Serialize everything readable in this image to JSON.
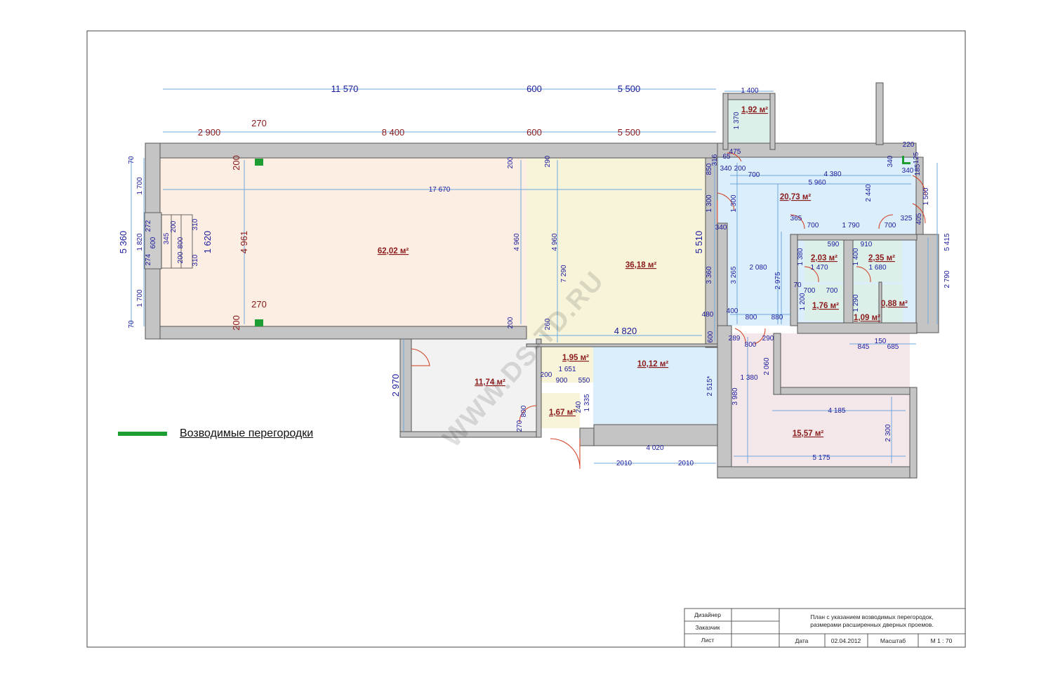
{
  "legend": {
    "label": "Возводимые перегородки",
    "color": "#1e9e32"
  },
  "watermark": "WWW.DS-TD.RU",
  "rooms": [
    {
      "area": "62,02 м²",
      "fill": "#fdeee3"
    },
    {
      "area": "36,18 м²",
      "fill": "#f7f4da"
    },
    {
      "area": "20,73 м²",
      "fill": "#dbeefb"
    },
    {
      "area": "1,92 м²",
      "fill": "#dcefe9"
    },
    {
      "area": "11,74 м²",
      "fill": "#f2f2f2"
    },
    {
      "area": "1,95 м²",
      "fill": "#f7f4da"
    },
    {
      "area": "10,12 м²",
      "fill": "#dbeefb"
    },
    {
      "area": "1,67 м²",
      "fill": "#f7f4da"
    },
    {
      "area": "15,57 м²",
      "fill": "#f3e7ea"
    },
    {
      "area": "2,03 м²",
      "fill": "#dcefe9"
    },
    {
      "area": "1,76 м²",
      "fill": "#dcefe9"
    },
    {
      "area": "2,35 м²",
      "fill": "#dcefe9"
    },
    {
      "area": "1,09 м²",
      "fill": "#dcefe9"
    },
    {
      "area": "0,88 м²",
      "fill": "#dcefe9"
    }
  ],
  "dimensions": {
    "top_outer": [
      "11 570",
      "600",
      "5 500"
    ],
    "top_inner": [
      "2 900",
      "270",
      "8 400",
      "600",
      "5 500"
    ],
    "left": [
      "70",
      "1 700",
      "1 820",
      "1 700",
      "70",
      "5 360",
      "1 620",
      "4 961"
    ],
    "small_details": [
      "272",
      "274",
      "600",
      "345",
      "800",
      "200",
      "310",
      "200",
      "310",
      "200",
      "200",
      "200",
      "200",
      "270"
    ],
    "main_room": [
      "17 670",
      "4 960",
      "290",
      "4 960",
      "7 290",
      "260",
      "4 820",
      "5 510",
      "850",
      "3 360",
      "480",
      "600"
    ],
    "right_block": [
      "1 400",
      "1 370",
      "65",
      "316",
      "475",
      "340",
      "200",
      "700",
      "4 380",
      "220",
      "125",
      "340",
      "340",
      "185",
      "5 960",
      "1 300",
      "2 440",
      "1 500",
      "405",
      "365",
      "700",
      "1 790",
      "700",
      "325",
      "5 415",
      "340",
      "590",
      "910",
      "2 080",
      "1 380",
      "1 470",
      "1 400",
      "1 680",
      "3 265",
      "2 975",
      "70",
      "700",
      "700",
      "2 790",
      "1 200",
      "1 290",
      "400",
      "800",
      "880",
      "150",
      "845",
      "685",
      "289",
      "800",
      "290"
    ],
    "bottom_block": [
      "2 970",
      "1 651",
      "900",
      "550",
      "200",
      "800",
      "270",
      "240",
      "1 335",
      "2 515*",
      "1 380",
      "2 060",
      "3 980",
      "4 185",
      "2 300",
      "5 175",
      "4 020",
      "2010",
      "2010"
    ]
  },
  "title_block": {
    "designer_label": "Дизайнер",
    "customer_label": "Заказчик",
    "sheet_label": "Лист",
    "description_line1": "План с указанием возводимых перегородок,",
    "description_line2": "размерами расширенных дверных проемов.",
    "date_label": "Дата",
    "date_value": "02.04.2012",
    "scale_label": "Масштаб",
    "scale_value": "М 1 : 70"
  }
}
